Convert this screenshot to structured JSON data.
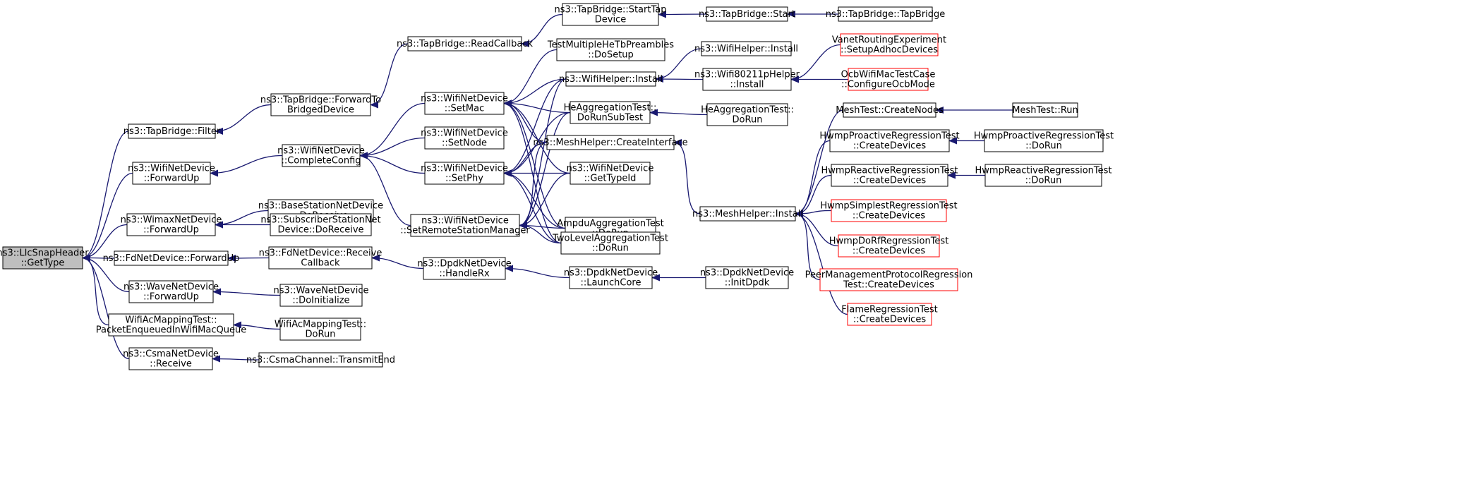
{
  "graph": {
    "title": "",
    "colors": {
      "edge": "#191970",
      "node_border": "#000000",
      "truncated_border": "#ff0000",
      "root_fill": "#bfbfbf",
      "node_fill": "#ffffff"
    },
    "nodes": [
      {
        "id": "llc",
        "lines": [
          "ns3::LlcSnapHeader",
          "::GetType"
        ],
        "root": true
      },
      {
        "id": "tb_filter",
        "lines": [
          "ns3::TapBridge::Filter"
        ]
      },
      {
        "id": "wifi_fwd",
        "lines": [
          "ns3::WifiNetDevice",
          "::ForwardUp"
        ]
      },
      {
        "id": "wimax_fwd",
        "lines": [
          "ns3::WimaxNetDevice",
          "::ForwardUp"
        ]
      },
      {
        "id": "fd_fwd",
        "lines": [
          "ns3::FdNetDevice::ForwardUp"
        ]
      },
      {
        "id": "wave_fwd",
        "lines": [
          "ns3::WaveNetDevice",
          "::ForwardUp"
        ]
      },
      {
        "id": "wifiac",
        "lines": [
          "WifiAcMappingTest::",
          "PacketEnqueuedInWifiMacQueue"
        ]
      },
      {
        "id": "csma_recv",
        "lines": [
          "ns3::CsmaNetDevice",
          "::Receive"
        ]
      },
      {
        "id": "tb_fwdto",
        "lines": [
          "ns3::TapBridge::ForwardTo",
          "BridgedDevice"
        ]
      },
      {
        "id": "wifi_cc",
        "lines": [
          "ns3::WifiNetDevice",
          "::CompleteConfig"
        ]
      },
      {
        "id": "bs_recv",
        "lines": [
          "ns3::BaseStationNetDevice",
          "::DoReceive"
        ]
      },
      {
        "id": "ss_recv",
        "lines": [
          "ns3::SubscriberStationNet",
          "Device::DoReceive"
        ]
      },
      {
        "id": "fd_rcb",
        "lines": [
          "ns3::FdNetDevice::Receive",
          "Callback"
        ]
      },
      {
        "id": "wave_init",
        "lines": [
          "ns3::WaveNetDevice",
          "::DoInitialize"
        ]
      },
      {
        "id": "wifiac_run",
        "lines": [
          "WifiAcMappingTest::",
          "DoRun"
        ]
      },
      {
        "id": "csma_tx",
        "lines": [
          "ns3::CsmaChannel::TransmitEnd"
        ]
      },
      {
        "id": "tb_read",
        "lines": [
          "ns3::TapBridge::ReadCallback"
        ]
      },
      {
        "id": "setmac",
        "lines": [
          "ns3::WifiNetDevice",
          "::SetMac"
        ]
      },
      {
        "id": "setnode",
        "lines": [
          "ns3::WifiNetDevice",
          "::SetNode"
        ]
      },
      {
        "id": "setphy",
        "lines": [
          "ns3::WifiNetDevice",
          "::SetPhy"
        ]
      },
      {
        "id": "setrsm",
        "lines": [
          "ns3::WifiNetDevice",
          "::SetRemoteStationManager"
        ]
      },
      {
        "id": "dpdk_rx",
        "lines": [
          "ns3::DpdkNetDevice",
          "::HandleRx"
        ]
      },
      {
        "id": "tb_starttap",
        "lines": [
          "ns3::TapBridge::StartTap",
          "Device"
        ]
      },
      {
        "id": "multihe",
        "lines": [
          "TestMultipleHeTbPreambles",
          "::DoSetup"
        ]
      },
      {
        "id": "wh_inst1",
        "lines": [
          "ns3::WifiHelper::Install"
        ]
      },
      {
        "id": "heagg_sub",
        "lines": [
          "HeAggregationTest::",
          "DoRunSubTest"
        ]
      },
      {
        "id": "mesh_ci",
        "lines": [
          "ns3::MeshHelper::CreateInterface"
        ]
      },
      {
        "id": "gettypeid",
        "lines": [
          "ns3::WifiNetDevice",
          "::GetTypeId"
        ]
      },
      {
        "id": "ampdu",
        "lines": [
          "AmpduAggregationTest",
          "::DoRun"
        ]
      },
      {
        "id": "twolevel",
        "lines": [
          "TwoLevelAggregationTest",
          "::DoRun"
        ]
      },
      {
        "id": "dpdk_lc",
        "lines": [
          "ns3::DpdkNetDevice",
          "::LaunchCore"
        ]
      },
      {
        "id": "tb_start",
        "lines": [
          "ns3::TapBridge::Start"
        ]
      },
      {
        "id": "wh_inst2",
        "lines": [
          "ns3::WifiHelper::Install"
        ]
      },
      {
        "id": "w80211p",
        "lines": [
          "ns3::Wifi80211pHelper",
          "::Install"
        ]
      },
      {
        "id": "heagg_run",
        "lines": [
          "HeAggregationTest::",
          "DoRun"
        ]
      },
      {
        "id": "mesh_inst",
        "lines": [
          "ns3::MeshHelper::Install"
        ]
      },
      {
        "id": "dpdk_init",
        "lines": [
          "ns3::DpdkNetDevice",
          "::InitDpdk"
        ]
      },
      {
        "id": "tb_tapbridge",
        "lines": [
          "ns3::TapBridge::TapBridge"
        ]
      },
      {
        "id": "vanet",
        "lines": [
          "VanetRoutingExperiment",
          "::SetupAdhocDevices"
        ],
        "truncated": true
      },
      {
        "id": "ocb",
        "lines": [
          "OcbWifiMacTestCase",
          "::ConfigureOcbMode"
        ],
        "truncated": true
      },
      {
        "id": "mesh_cn",
        "lines": [
          "MeshTest::CreateNodes"
        ]
      },
      {
        "id": "hwmp_pro",
        "lines": [
          "HwmpProactiveRegressionTest",
          "::CreateDevices"
        ]
      },
      {
        "id": "hwmp_rea",
        "lines": [
          "HwmpReactiveRegressionTest",
          "::CreateDevices"
        ]
      },
      {
        "id": "hwmp_sim",
        "lines": [
          "HwmpSimplestRegressionTest",
          "::CreateDevices"
        ],
        "truncated": true
      },
      {
        "id": "hwmp_dorf",
        "lines": [
          "HwmpDoRfRegressionTest",
          "::CreateDevices"
        ],
        "truncated": true
      },
      {
        "id": "peer",
        "lines": [
          "PeerManagementProtocolRegression",
          "Test::CreateDevices"
        ],
        "truncated": true
      },
      {
        "id": "flame",
        "lines": [
          "FlameRegressionTest",
          "::CreateDevices"
        ],
        "truncated": true
      },
      {
        "id": "mesh_run",
        "lines": [
          "MeshTest::Run"
        ]
      },
      {
        "id": "hwmp_pro_run",
        "lines": [
          "HwmpProactiveRegressionTest",
          "::DoRun"
        ]
      },
      {
        "id": "hwmp_rea_run",
        "lines": [
          "HwmpReactiveRegressionTest",
          "::DoRun"
        ]
      }
    ],
    "edges": [
      [
        "tb_filter",
        "llc"
      ],
      [
        "wifi_fwd",
        "llc"
      ],
      [
        "wimax_fwd",
        "llc"
      ],
      [
        "fd_fwd",
        "llc"
      ],
      [
        "wave_fwd",
        "llc"
      ],
      [
        "wifiac",
        "llc"
      ],
      [
        "csma_recv",
        "llc"
      ],
      [
        "tb_fwdto",
        "tb_filter"
      ],
      [
        "wifi_cc",
        "wifi_fwd"
      ],
      [
        "bs_recv",
        "wimax_fwd"
      ],
      [
        "ss_recv",
        "wimax_fwd"
      ],
      [
        "fd_rcb",
        "fd_fwd"
      ],
      [
        "wave_init",
        "wave_fwd"
      ],
      [
        "wifiac_run",
        "wifiac"
      ],
      [
        "csma_tx",
        "csma_recv"
      ],
      [
        "tb_read",
        "tb_fwdto"
      ],
      [
        "setmac",
        "wifi_cc"
      ],
      [
        "setnode",
        "wifi_cc"
      ],
      [
        "setphy",
        "wifi_cc"
      ],
      [
        "setrsm",
        "wifi_cc"
      ],
      [
        "dpdk_rx",
        "fd_rcb"
      ],
      [
        "tb_starttap",
        "tb_read"
      ],
      [
        "multihe",
        "setmac"
      ],
      [
        "wh_inst1",
        "setmac"
      ],
      [
        "heagg_sub",
        "setmac"
      ],
      [
        "mesh_ci",
        "setmac"
      ],
      [
        "gettypeid",
        "setmac"
      ],
      [
        "ampdu",
        "setmac"
      ],
      [
        "twolevel",
        "setmac"
      ],
      [
        "wh_inst1",
        "setphy"
      ],
      [
        "heagg_sub",
        "setphy"
      ],
      [
        "mesh_ci",
        "setphy"
      ],
      [
        "gettypeid",
        "setphy"
      ],
      [
        "ampdu",
        "setphy"
      ],
      [
        "twolevel",
        "setphy"
      ],
      [
        "wh_inst1",
        "setrsm"
      ],
      [
        "heagg_sub",
        "setrsm"
      ],
      [
        "mesh_ci",
        "setrsm"
      ],
      [
        "gettypeid",
        "setrsm"
      ],
      [
        "ampdu",
        "setrsm"
      ],
      [
        "twolevel",
        "setrsm"
      ],
      [
        "dpdk_lc",
        "dpdk_rx"
      ],
      [
        "tb_start",
        "tb_starttap"
      ],
      [
        "w80211p",
        "wh_inst1"
      ],
      [
        "wh_inst2",
        "wh_inst1"
      ],
      [
        "heagg_run",
        "heagg_sub"
      ],
      [
        "mesh_inst",
        "mesh_ci"
      ],
      [
        "dpdk_init",
        "dpdk_lc"
      ],
      [
        "tb_tapbridge",
        "tb_start"
      ],
      [
        "vanet",
        "w80211p"
      ],
      [
        "ocb",
        "w80211p"
      ],
      [
        "mesh_cn",
        "mesh_inst"
      ],
      [
        "hwmp_pro",
        "mesh_inst"
      ],
      [
        "hwmp_rea",
        "mesh_inst"
      ],
      [
        "hwmp_sim",
        "mesh_inst"
      ],
      [
        "hwmp_dorf",
        "mesh_inst"
      ],
      [
        "peer",
        "mesh_inst"
      ],
      [
        "flame",
        "mesh_inst"
      ],
      [
        "mesh_run",
        "mesh_cn"
      ],
      [
        "hwmp_pro_run",
        "hwmp_pro"
      ],
      [
        "hwmp_rea_run",
        "hwmp_rea"
      ]
    ]
  }
}
